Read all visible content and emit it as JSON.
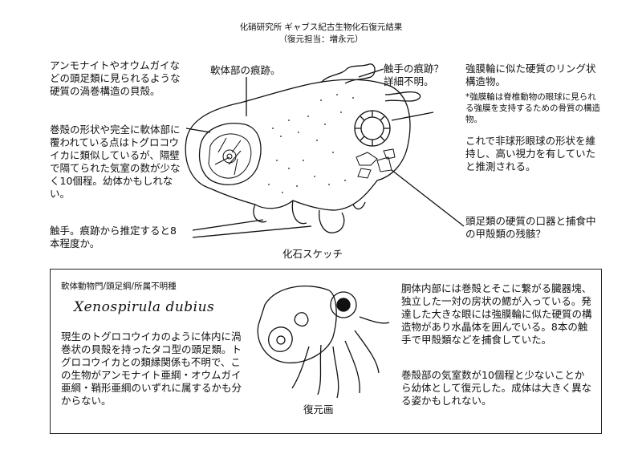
{
  "header": {
    "title": "化硝研究所 ギャブス紀古生物化石復元結果",
    "subtitle": "（復元担当：増永元）"
  },
  "fossil_notes": {
    "shell": "アンモナイトやオウムガイなどの頭足類に見られるような硬質の渦巻構造の貝殻。",
    "shell_detail": "巻殻の形状や完全に軟体部に覆われている点はトグロコウイカに類似しているが、隔壁で隔てられた気室の数が少なく10個程。幼体かもしれない。",
    "soft_body": "軟体部の痕跡。",
    "tentacle_trace": "触手の痕跡？\n詳細不明。",
    "sclerotic_ring": "強膜輪に似た硬質のリング状構造物。",
    "sclerotic_note": "*強膜輪は脊椎動物の眼球に見られる強膜を支持するための骨質の構造物。",
    "eye_inference": "これで非球形眼球の形状を維持し、高い視力を有していたと推測される。",
    "tentacles": "触手。痕跡から推定すると8本程度か。",
    "mouth": "頭足類の硬質の口器と捕食中の甲殻類の残骸？",
    "sketch_caption": "化石スケッチ"
  },
  "reconstruction": {
    "taxonomy": "軟体動物門/頭足綱/所属不明種",
    "species": "Xenospirula dubius",
    "description_left": "現生のトグロコウイカのように体内に渦巻状の貝殻を持ったタコ型の頭足類。トグロコウイカとの類縁関係も不明で、この生物がアンモナイト亜綱・オウムガイ亜綱・鞘形亜綱のいずれに属するかも分からない。",
    "description_right_1": "胴体内部には巻殻とそこに繋がる臓器塊、独立した一対の房状の鰓が入っている。発達した大きな眼には強膜輪に似た硬質の構造物があり水晶体を囲んでいる。8本の触手で甲殻類などを捕食していた。",
    "description_right_2": "巻殻部の気室数が10個程と少ないことから幼体として復元した。成体は大きく異なる姿かもしれない。",
    "drawing_caption": "復元画"
  }
}
